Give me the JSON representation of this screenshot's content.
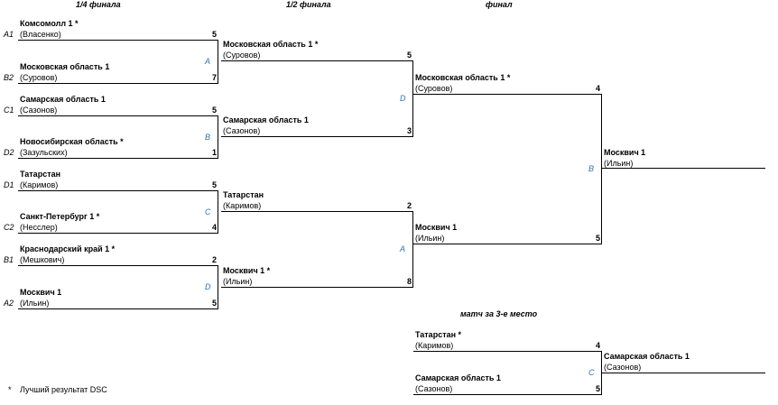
{
  "headers": {
    "quarterfinal": "1/4 финала",
    "semifinal": "1/2 финала",
    "final": "финал",
    "third_place": "матч за 3-е место"
  },
  "quarterfinals": [
    {
      "slot": "A",
      "entries": [
        {
          "seed": "A1",
          "team": "Комсомолл 1 *",
          "player": "(Власенко)",
          "score": "5"
        },
        {
          "seed": "B2",
          "team": "Московская область 1",
          "player": "(Суровов)",
          "score": "7"
        }
      ]
    },
    {
      "slot": "B",
      "entries": [
        {
          "seed": "C1",
          "team": "Самарская область 1",
          "player": "(Сазонов)",
          "score": "5"
        },
        {
          "seed": "D2",
          "team": "Новосибирская область *",
          "player": "(Зазульских)",
          "score": "1"
        }
      ]
    },
    {
      "slot": "C",
      "entries": [
        {
          "seed": "D1",
          "team": "Татарстан",
          "player": "(Каримов)",
          "score": "5"
        },
        {
          "seed": "C2",
          "team": "Санкт-Петербург 1 *",
          "player": "(Несслер)",
          "score": "4"
        }
      ]
    },
    {
      "slot": "D",
      "entries": [
        {
          "seed": "B1",
          "team": "Краснодарский край 1 *",
          "player": "(Мешкович)",
          "score": "2"
        },
        {
          "seed": "A2",
          "team": "Москвич 1",
          "player": "(Ильин)",
          "score": "5"
        }
      ]
    }
  ],
  "semifinals": [
    {
      "slot": "D",
      "entries": [
        {
          "team": "Московская область 1 *",
          "player": "(Суровов)",
          "score": "5"
        },
        {
          "team": "Самарская область 1",
          "player": "(Сазонов)",
          "score": "3"
        }
      ]
    },
    {
      "slot": "A",
      "entries": [
        {
          "team": "Татарстан",
          "player": "(Каримов)",
          "score": "2"
        },
        {
          "team": "Москвич 1 *",
          "player": "(Ильин)",
          "score": "8"
        }
      ]
    }
  ],
  "final": {
    "slot": "B",
    "entries": [
      {
        "team": "Московская область 1 *",
        "player": "(Суровов)",
        "score": "4"
      },
      {
        "team": "Москвич 1",
        "player": "(Ильин)",
        "score": "5"
      }
    ]
  },
  "champion": {
    "team": "Москвич 1",
    "player": "(Ильин)"
  },
  "third_place": {
    "slot": "C",
    "entries": [
      {
        "team": "Татарстан *",
        "player": "(Каримов)",
        "score": "4"
      },
      {
        "team": "Самарская область 1",
        "player": "(Сазонов)",
        "score": "5"
      }
    ]
  },
  "third_place_winner": {
    "team": "Самарская область 1",
    "player": "(Сазонов)"
  },
  "footnote": {
    "mark": "*",
    "text": "Лучший результат DSC"
  }
}
